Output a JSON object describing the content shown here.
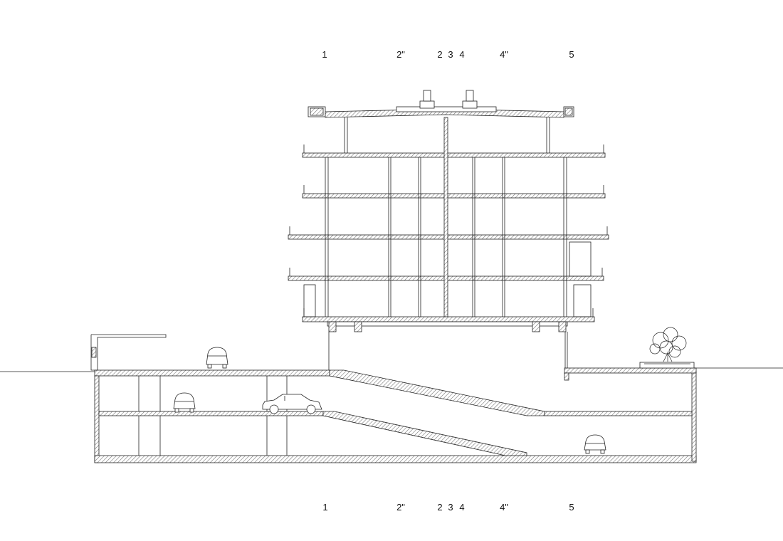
{
  "drawing": {
    "axis_labels_top": [
      "1",
      "2\"",
      "2",
      "3",
      "4",
      "4\"",
      "5"
    ],
    "axis_labels_bottom": [
      "1",
      "2\"",
      "2",
      "3",
      "4",
      "4\"",
      "5"
    ]
  },
  "colors": {
    "line": "#222222",
    "hatch": "#8a8a8a",
    "background": "#ffffff"
  }
}
